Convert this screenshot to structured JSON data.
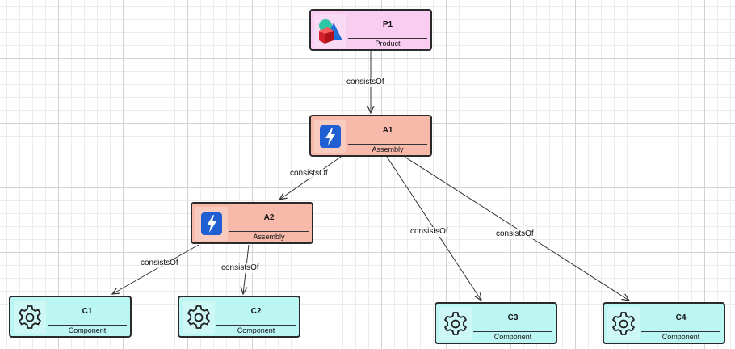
{
  "diagram": {
    "colors": {
      "product_fill": "#f8cdf1",
      "assembly_fill": "#f7b9a9",
      "component_fill": "#bcf6f3",
      "edge": "#333333"
    },
    "nodes": [
      {
        "id": "P1",
        "title": "P1",
        "type": "Product",
        "icon": "product-shapes-icon"
      },
      {
        "id": "A1",
        "title": "A1",
        "type": "Assembly",
        "icon": "lightning-bolt-icon"
      },
      {
        "id": "A2",
        "title": "A2",
        "type": "Assembly",
        "icon": "lightning-bolt-icon"
      },
      {
        "id": "C1",
        "title": "C1",
        "type": "Component",
        "icon": "gear-icon"
      },
      {
        "id": "C2",
        "title": "C2",
        "type": "Component",
        "icon": "gear-icon"
      },
      {
        "id": "C3",
        "title": "C3",
        "type": "Component",
        "icon": "gear-icon"
      },
      {
        "id": "C4",
        "title": "C4",
        "type": "Component",
        "icon": "gear-icon"
      }
    ],
    "edges": [
      {
        "from": "P1",
        "to": "A1",
        "label": "consistsOf"
      },
      {
        "from": "A1",
        "to": "A2",
        "label": "consistsOf"
      },
      {
        "from": "A1",
        "to": "C3",
        "label": "consistsOf"
      },
      {
        "from": "A1",
        "to": "C4",
        "label": "consistsOf"
      },
      {
        "from": "A2",
        "to": "C1",
        "label": "consistsOf"
      },
      {
        "from": "A2",
        "to": "C2",
        "label": "consistsOf"
      }
    ]
  }
}
